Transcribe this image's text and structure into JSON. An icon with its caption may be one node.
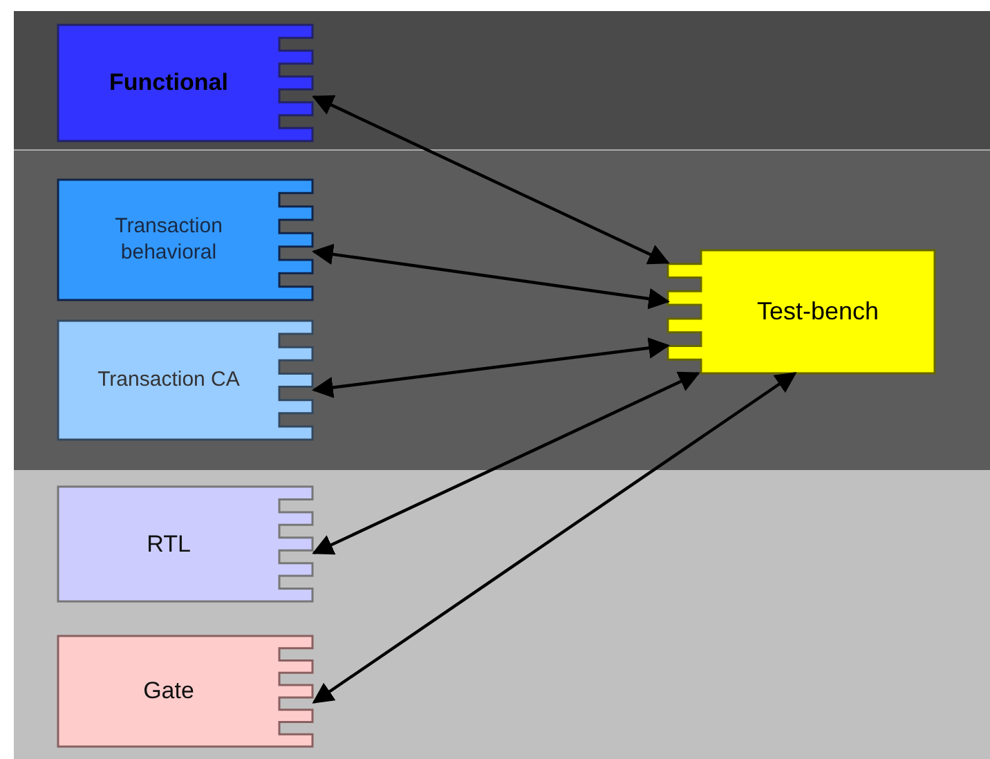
{
  "diagram": {
    "nodes": [
      {
        "text": [
          "Functional"
        ]
      },
      {
        "text": [
          "Transaction behavioral"
        ]
      },
      {
        "text": [
          "Transaction CA"
        ]
      },
      {
        "text": [
          "RTL"
        ]
      },
      {
        "text": [
          "Gate"
        ]
      },
      {
        "text": [
          "Test-bench"
        ]
      }
    ],
    "edges": [
      {
        "from": 0,
        "to": 5,
        "arrow": "both"
      },
      {
        "from": 1,
        "to": 5,
        "arrow": "both"
      },
      {
        "from": 2,
        "to": 5,
        "arrow": "both"
      },
      {
        "from": 3,
        "to": 5,
        "arrow": "both"
      },
      {
        "from": 4,
        "to": 5,
        "arrow": "both"
      }
    ]
  }
}
